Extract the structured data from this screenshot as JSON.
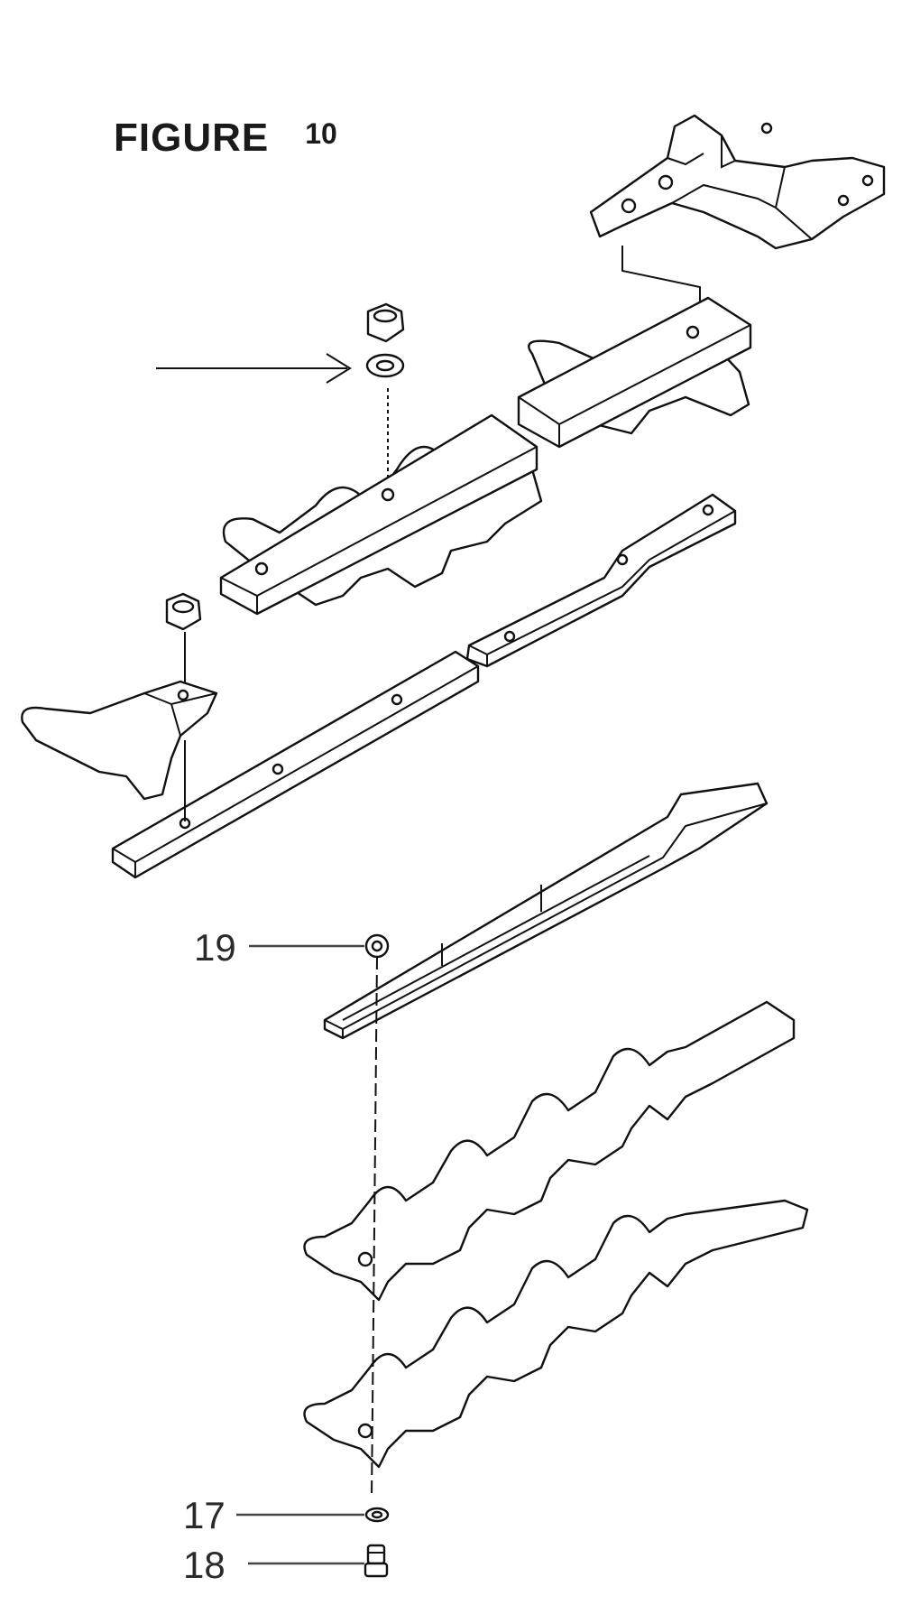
{
  "figure": {
    "word": "FIGURE",
    "number": "10"
  },
  "callouts": [
    {
      "id": "callout-19",
      "label": "19"
    },
    {
      "id": "callout-17",
      "label": "17"
    },
    {
      "id": "callout-18",
      "label": "18"
    }
  ]
}
